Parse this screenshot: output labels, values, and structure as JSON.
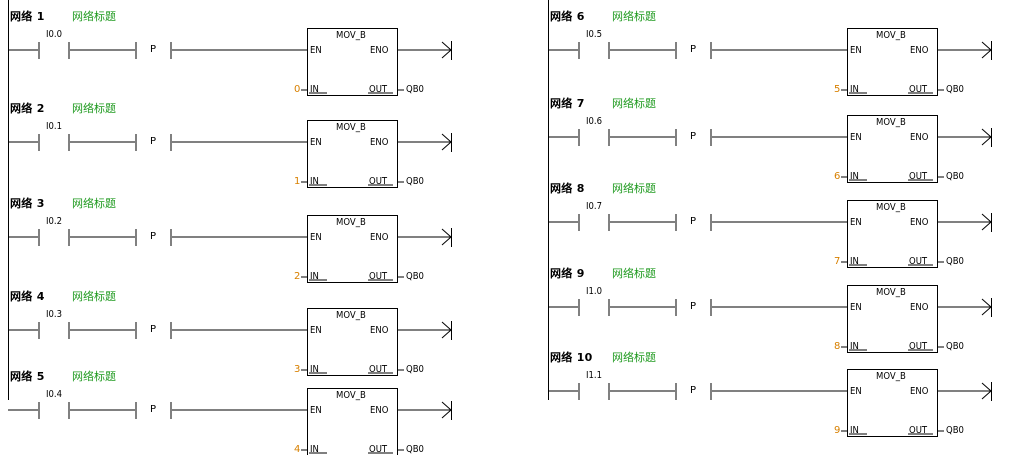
{
  "colors": {
    "title_green": "#1f9a1f",
    "constant_orange": "#d88000",
    "wire": "#000000"
  },
  "block": {
    "name": "MOV_B",
    "en": "EN",
    "eno": "ENO",
    "in": "IN",
    "out": "OUT"
  },
  "p_label": "P",
  "networks": [
    {
      "label": "网络 1",
      "title": "网络标题",
      "contact": "I0.0",
      "in_value": "0",
      "out_addr": "QB0"
    },
    {
      "label": "网络 2",
      "title": "网络标题",
      "contact": "I0.1",
      "in_value": "1",
      "out_addr": "QB0"
    },
    {
      "label": "网络 3",
      "title": "网络标题",
      "contact": "I0.2",
      "in_value": "2",
      "out_addr": "QB0"
    },
    {
      "label": "网络 4",
      "title": "网络标题",
      "contact": "I0.3",
      "in_value": "3",
      "out_addr": "QB0"
    },
    {
      "label": "网络 5",
      "title": "网络标题",
      "contact": "I0.4",
      "in_value": "4",
      "out_addr": "QB0"
    },
    {
      "label": "网络 6",
      "title": "网络标题",
      "contact": "I0.5",
      "in_value": "5",
      "out_addr": "QB0"
    },
    {
      "label": "网络 7",
      "title": "网络标题",
      "contact": "I0.6",
      "in_value": "6",
      "out_addr": "QB0"
    },
    {
      "label": "网络 8",
      "title": "网络标题",
      "contact": "I0.7",
      "in_value": "7",
      "out_addr": "QB0"
    },
    {
      "label": "网络 9",
      "title": "网络标题",
      "contact": "I1.0",
      "in_value": "8",
      "out_addr": "QB0"
    },
    {
      "label": "网络 10",
      "title": "网络标题",
      "contact": "I1.1",
      "in_value": "9",
      "out_addr": "QB0"
    }
  ]
}
